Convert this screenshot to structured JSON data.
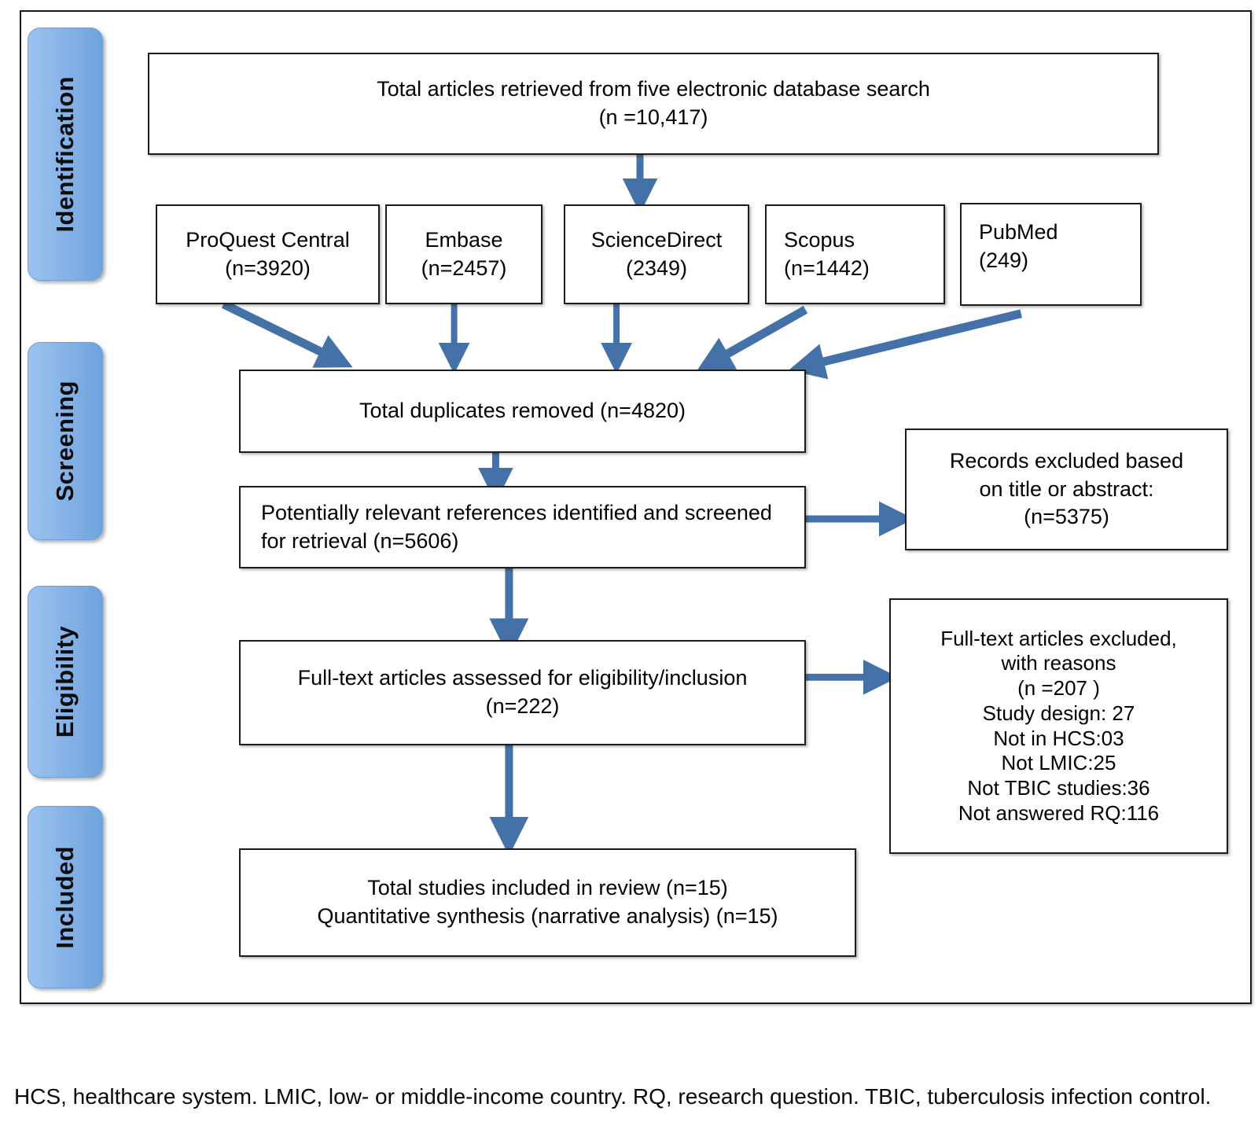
{
  "diagram": {
    "type": "prisma-flow-diagram",
    "accent_color": "#4472a8",
    "stage_fill": "#8ab6e8",
    "box_border": "#1c1c1c"
  },
  "stages": [
    {
      "label": "Identification"
    },
    {
      "label": "Screening"
    },
    {
      "label": "Eligibility"
    },
    {
      "label": "Included"
    }
  ],
  "boxes": {
    "total_retrieved": {
      "line1": "Total articles retrieved from five electronic database search",
      "line2": "(n =10,417)"
    },
    "databases": [
      {
        "name": "ProQuest Central",
        "count": "(n=3920)"
      },
      {
        "name": "Embase",
        "count": "(n=2457)"
      },
      {
        "name": "ScienceDirect",
        "count": "(2349)"
      },
      {
        "name": "Scopus",
        "count": "(n=1442)"
      },
      {
        "name": "PubMed",
        "count": "(249)"
      }
    ],
    "duplicates_removed": {
      "line1": "Total duplicates removed (n=4820)"
    },
    "screened": {
      "line1": "Potentially relevant references identified and screened",
      "line2": "for retrieval (n=5606)"
    },
    "records_excluded": {
      "line1": "Records excluded based",
      "line2": "on title or abstract:",
      "line3": "(n=5375)"
    },
    "fulltext_assessed": {
      "line1": "Full-text articles assessed for eligibility/inclusion",
      "line2": "(n=222)"
    },
    "fulltext_excluded": {
      "line1": "Full-text articles excluded,",
      "line2": "with reasons",
      "line3": "(n =207 )",
      "line4": "Study design: 27",
      "line5": "Not in HCS:03",
      "line6": "Not LMIC:25",
      "line7": "Not TBIC studies:36",
      "line8": "Not answered RQ:116"
    },
    "included": {
      "line1": "Total studies included in review (n=15)",
      "line2": "Quantitative synthesis (narrative analysis) (n=15)"
    }
  },
  "footnote": "HCS, healthcare system. LMIC, low- or middle-income country. RQ, research question. TBIC, tuberculosis infection control.",
  "chart_data": {
    "type": "diagram",
    "title": "PRISMA study selection flow",
    "nodes": [
      {
        "id": "total",
        "label": "Total articles retrieved from five electronic database search",
        "n": 10417
      },
      {
        "id": "proquest",
        "label": "ProQuest Central",
        "n": 3920
      },
      {
        "id": "embase",
        "label": "Embase",
        "n": 2457
      },
      {
        "id": "scidirect",
        "label": "ScienceDirect",
        "n": 2349
      },
      {
        "id": "scopus",
        "label": "Scopus",
        "n": 1442
      },
      {
        "id": "pubmed",
        "label": "PubMed",
        "n": 249
      },
      {
        "id": "duplicates",
        "label": "Total duplicates removed",
        "n": 4820
      },
      {
        "id": "screened",
        "label": "Potentially relevant references identified and screened for retrieval",
        "n": 5606
      },
      {
        "id": "excl_title",
        "label": "Records excluded based on title or abstract",
        "n": 5375
      },
      {
        "id": "assessed",
        "label": "Full-text articles assessed for eligibility/inclusion",
        "n": 222
      },
      {
        "id": "excl_full",
        "label": "Full-text articles excluded, with reasons",
        "n": 207,
        "reasons": [
          {
            "reason": "Study design",
            "n": 27
          },
          {
            "reason": "Not in HCS",
            "n": 3
          },
          {
            "reason": "Not LMIC",
            "n": 25
          },
          {
            "reason": "Not TBIC studies",
            "n": 36
          },
          {
            "reason": "Not answered RQ",
            "n": 116
          }
        ]
      },
      {
        "id": "included",
        "label": "Total studies included in review / Quantitative synthesis (narrative analysis)",
        "n": 15
      }
    ],
    "edges": [
      {
        "from": "total",
        "to": "scidirect"
      },
      {
        "from": "proquest",
        "to": "duplicates"
      },
      {
        "from": "embase",
        "to": "duplicates"
      },
      {
        "from": "scidirect",
        "to": "duplicates"
      },
      {
        "from": "scopus",
        "to": "duplicates"
      },
      {
        "from": "pubmed",
        "to": "duplicates"
      },
      {
        "from": "duplicates",
        "to": "screened"
      },
      {
        "from": "screened",
        "to": "excl_title"
      },
      {
        "from": "screened",
        "to": "assessed"
      },
      {
        "from": "assessed",
        "to": "excl_full"
      },
      {
        "from": "assessed",
        "to": "included"
      }
    ]
  }
}
